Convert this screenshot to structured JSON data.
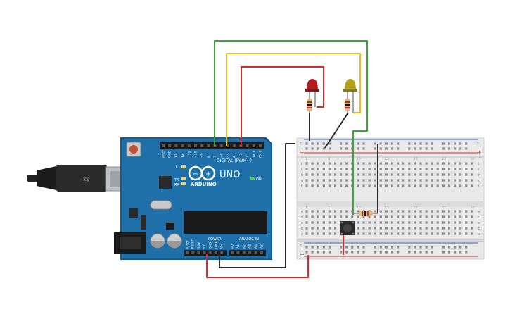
{
  "board": {
    "brand": "ARDUINO",
    "model": "UNO",
    "digital_label": "DIGITAL (PWM~)",
    "power_label": "POWER",
    "analog_label": "ANALOG IN",
    "on_label": "ON",
    "tx_label": "TX",
    "rx_label": "RX",
    "l_label": "L",
    "top_pins": [
      "AREF",
      "GND",
      "13",
      "12",
      "~11",
      "~10",
      "~9",
      "8",
      "7",
      "~6",
      "~5",
      "4",
      "~3",
      "2",
      "TX 1",
      "RX 0"
    ],
    "power_pins": [
      "IOREF",
      "RESET",
      "3.3V",
      "5V",
      "GND",
      "GND",
      "Vin"
    ],
    "analog_pins": [
      "A0",
      "A1",
      "A2",
      "A3",
      "A4",
      "A5"
    ]
  },
  "breadboard": {
    "rows_top": [
      "j",
      "i",
      "h",
      "g",
      "f"
    ],
    "rows_bottom": [
      "e",
      "d",
      "c",
      "b",
      "a"
    ],
    "rail_plus": "+",
    "rail_minus": "-",
    "column_numbers": [
      "1",
      "5",
      "10",
      "15",
      "20",
      "25",
      "30"
    ]
  },
  "colors": {
    "board": "#1f6fa8",
    "wire_red": "#d92b2b",
    "wire_green": "#3aa83a",
    "wire_yellow": "#e8c21a",
    "wire_black": "#2a2a2a",
    "led_red": "#b31c1c",
    "led_yellow": "#b3a21a"
  }
}
